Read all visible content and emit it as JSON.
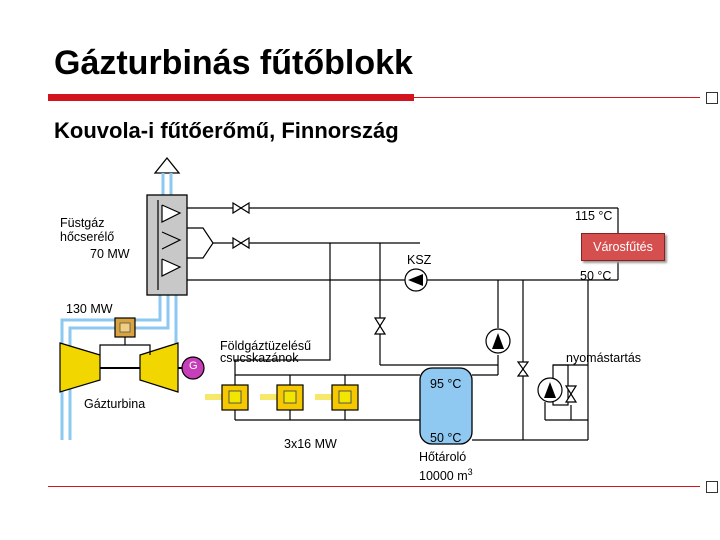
{
  "header": {
    "title": "Gázturbinás fűtőblokk",
    "subtitle": "Kouvola-i fűtőerőmű, Finnország"
  },
  "diagram": {
    "heat_exchanger_label_line1": "Füstgáz",
    "heat_exchanger_label_line2": "hőcserélő",
    "heat_exchanger_power": "70 MW",
    "supply_temp": "115 °C",
    "district_heating": "Városfűtés",
    "return_temp": "50 °C",
    "ksz": "KSZ",
    "gas_turbine_power": "130 MW",
    "boilers_label_line1": "Földgáztüzelésű",
    "boilers_label_line2": "csucskazánok",
    "generator": "G",
    "gas_turbine": "Gázturbina",
    "boilers_power": "3x16 MW",
    "storage_top_temp": "95 °C",
    "storage_bottom_temp": "50 °C",
    "storage_name": "Hőtároló",
    "storage_volume": "10000 m",
    "storage_volume_exp": "3",
    "pressure_holding": "nyomástartás"
  },
  "colors": {
    "accent_red": "#d2141e",
    "turbine_yellow": "#f2d600",
    "storage_blue": "#8fc8f0",
    "exhaust_blue": "#8cc8f0",
    "heat_exchanger_gray": "#c8c8c8",
    "boiler_yellow": "#f5c800",
    "district_heating_red": "#d64f4f"
  }
}
